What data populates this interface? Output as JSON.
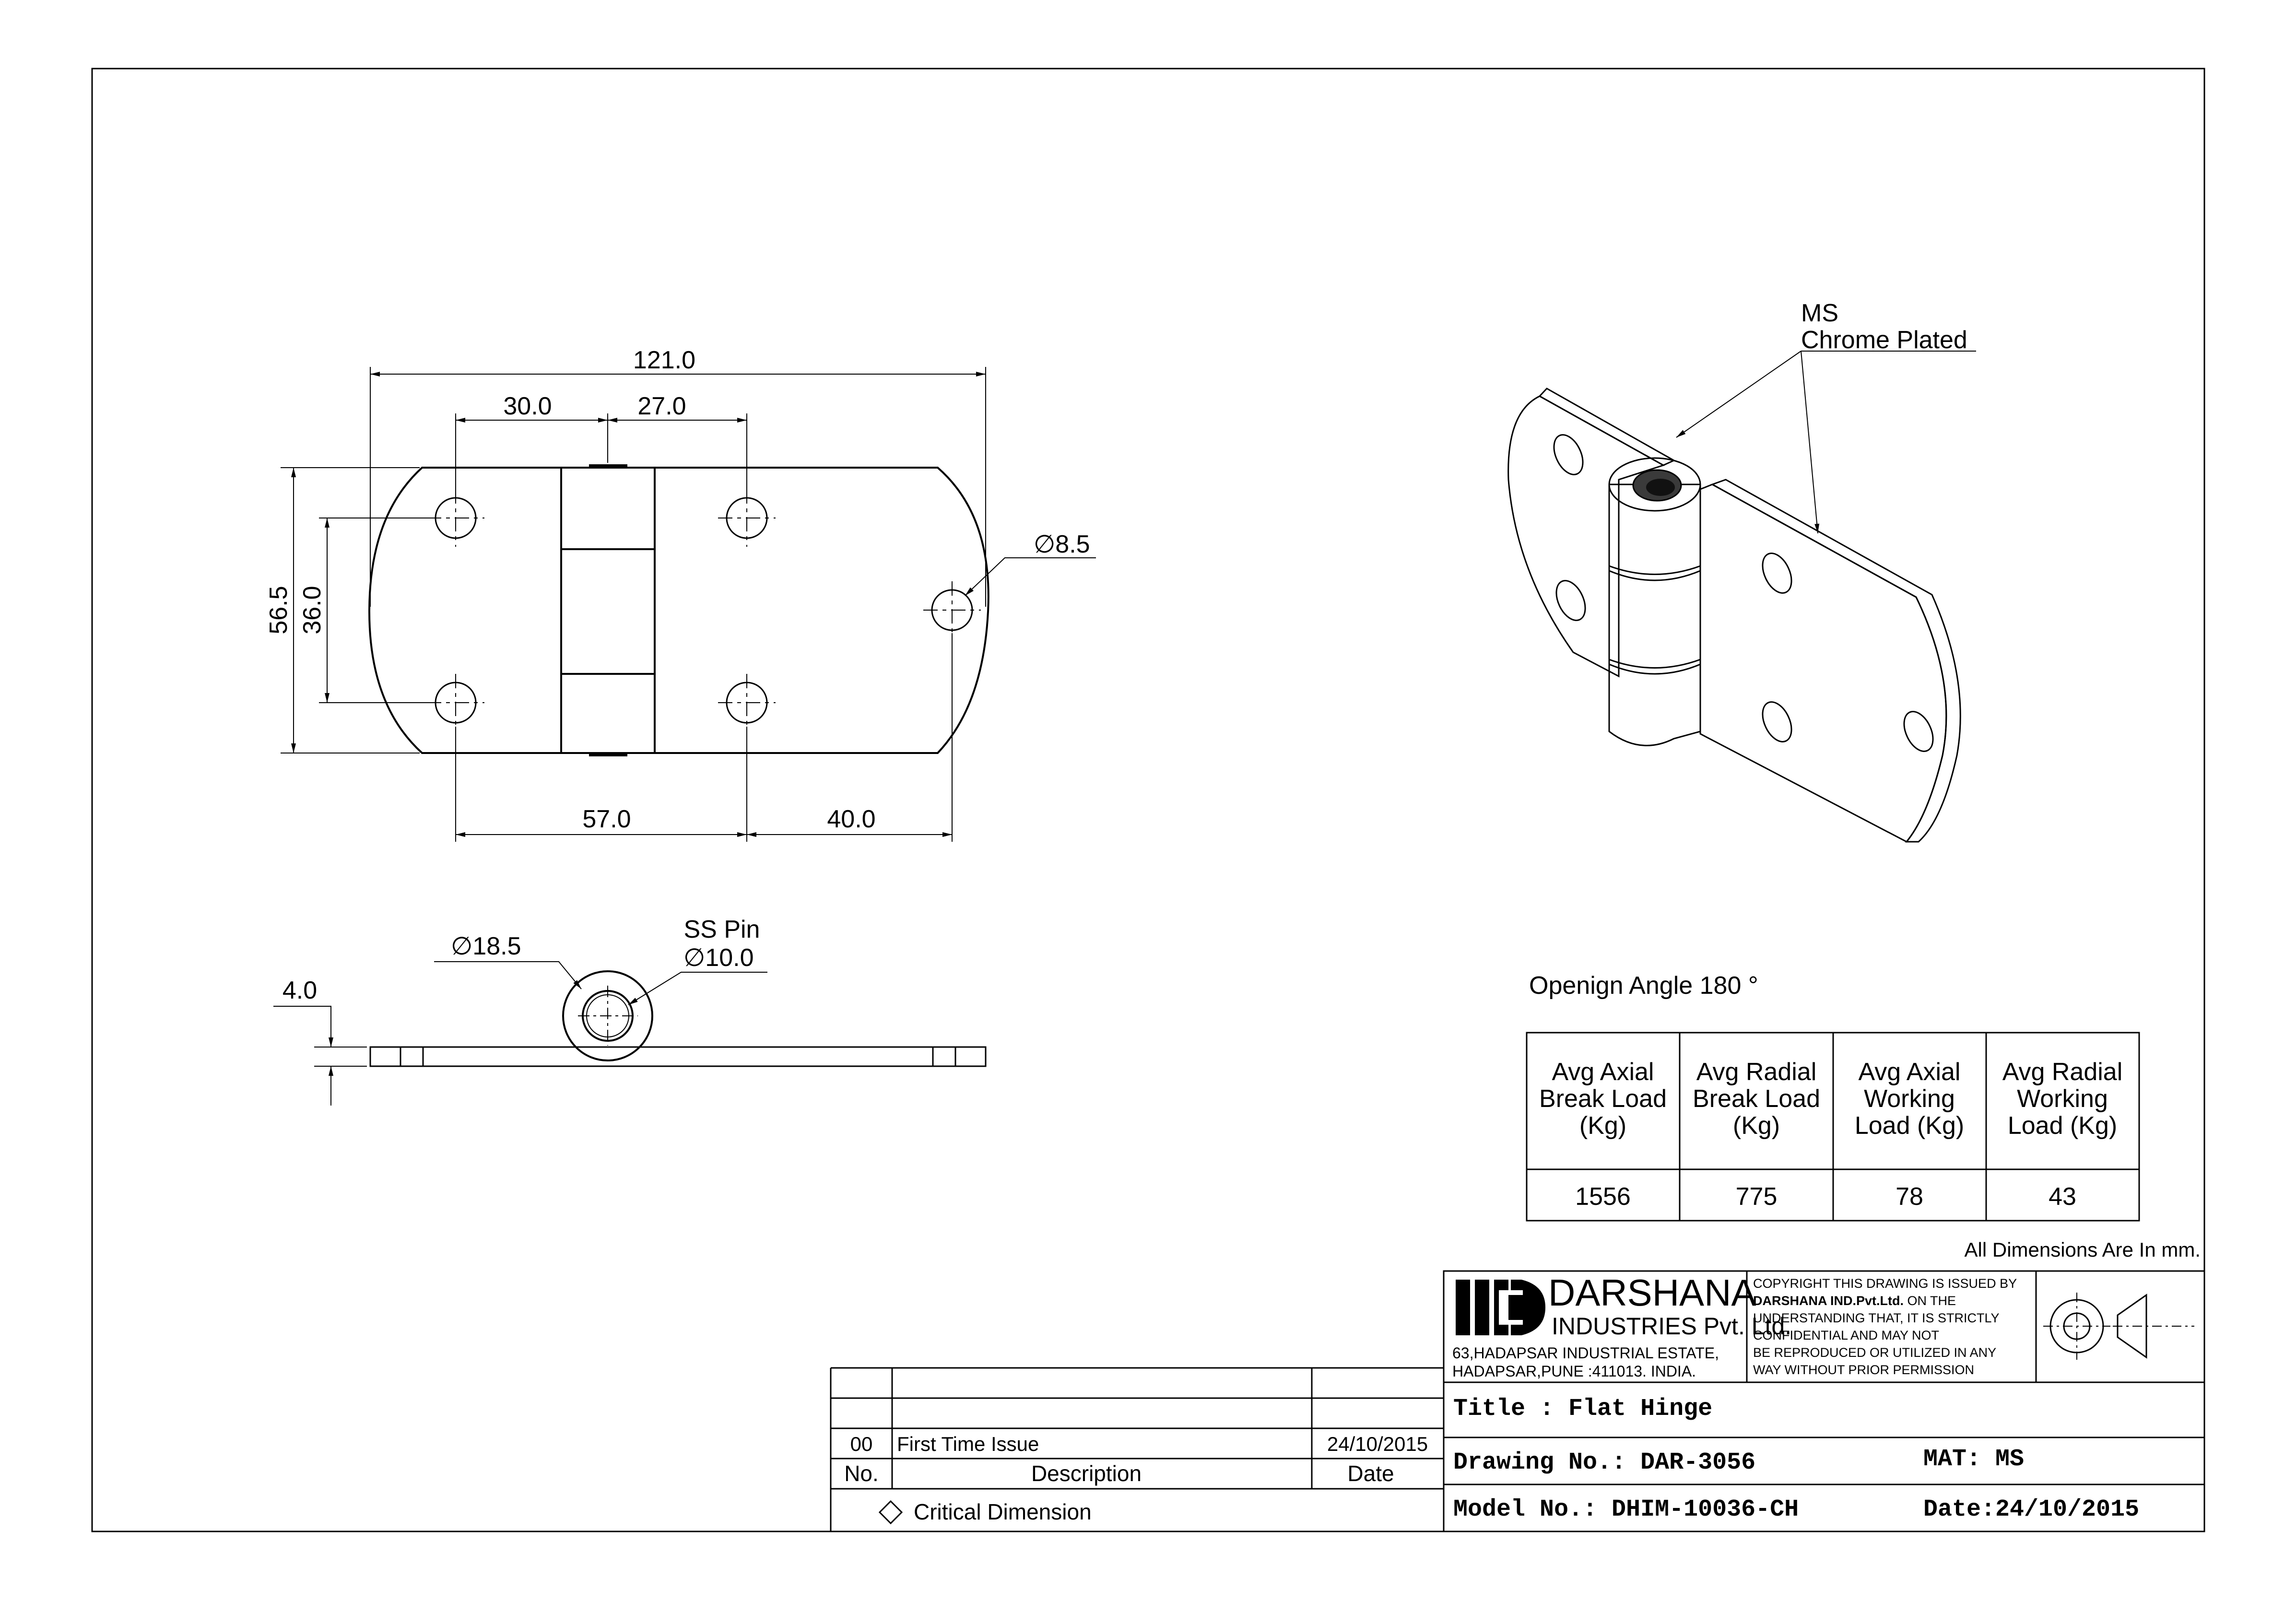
{
  "dimensions": {
    "overall_length": "121.0",
    "hole_pitch_left": "30.0",
    "hole_pitch_right": "27.0",
    "overall_height": "56.5",
    "hole_pitch_vertical": "36.0",
    "hole_diameter": "8.5",
    "bottom_left": "57.0",
    "bottom_right": "40.0",
    "thickness": "4.0",
    "knuckle_diameter": "18.5",
    "pin_diameter": "10.0",
    "diameter_symbol": "∅"
  },
  "labels": {
    "pin_note": "SS Pin",
    "material_line1": "MS",
    "material_line2": "Chrome Plated",
    "opening_angle": "Openign Angle 180 °",
    "units_note": "All Dimensions Are In mm."
  },
  "load_table": {
    "headers": [
      [
        "Avg Axial",
        "Break Load",
        "(Kg)"
      ],
      [
        "Avg Radial",
        "Break Load",
        "(Kg)"
      ],
      [
        "Avg Axial",
        "Working",
        "Load (Kg)"
      ],
      [
        "Avg Radial",
        "Working",
        "Load (Kg)"
      ]
    ],
    "values": [
      "1556",
      "775",
      "78",
      "43"
    ]
  },
  "company": {
    "name": "DARSHANA",
    "subtitle": "INDUSTRIES Pvt. Ltd.",
    "address_line1": "63,HADAPSAR INDUSTRIAL ESTATE,",
    "address_line2": "HADAPSAR,PUNE :411013. INDIA.",
    "copyright": [
      "COPYRIGHT THIS DRAWING IS ISSUED BY",
      "ON THE",
      "UNDERSTANDING THAT, IT IS STRICTLY",
      "CONFIDENTIAL AND MAY NOT",
      "BE REPRODUCED OR UTILIZED IN ANY",
      "WAY WITHOUT PRIOR PERMISSION"
    ],
    "copyright_company": "DARSHANA IND.Pvt.Ltd."
  },
  "title_block": {
    "title": "Title : Flat Hinge",
    "drawing_no": "Drawing No.: DAR-3056",
    "material": "MAT: MS",
    "model_no": "Model No.: DHIM-10036-CH",
    "date": "Date:24/10/2015"
  },
  "revisions": {
    "headers": {
      "no": "No.",
      "description": "Description",
      "date": "Date"
    },
    "rows": [
      {
        "no": "00",
        "description": "First Time Issue",
        "date": "24/10/2015"
      }
    ],
    "legend": "Critical Dimension"
  }
}
